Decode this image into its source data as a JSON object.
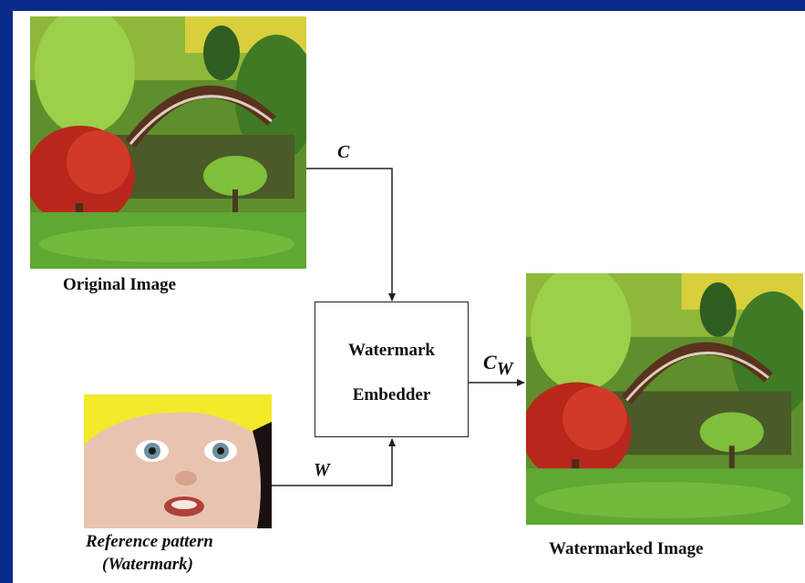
{
  "diagram": {
    "original_image_label": "Original Image",
    "signal_c": "C",
    "signal_cw_main": "C",
    "signal_cw_sub": "W",
    "signal_w": "W",
    "embedder_line1": "Watermark",
    "embedder_line2": "Embedder",
    "watermarked_image_label": "Watermarked Image",
    "reference_line1": "Reference pattern",
    "reference_line2": "(Watermark)"
  },
  "colors": {
    "background_border": "#0a2a8c",
    "slide": "#ffffff",
    "line": "#222222"
  }
}
